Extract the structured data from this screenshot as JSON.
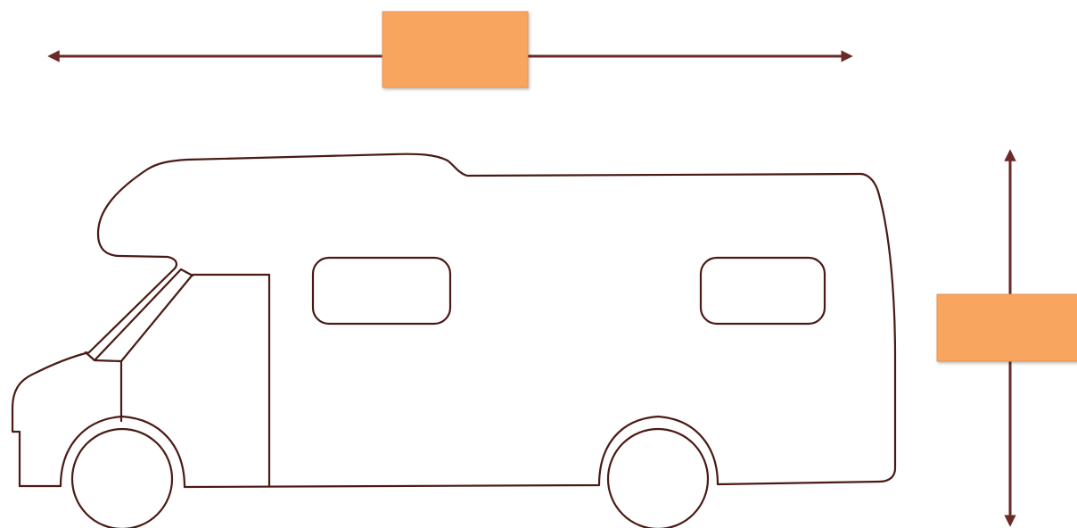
{
  "colors": {
    "outline": "#4a1a14",
    "arrow": "#6b2a25",
    "box_fill": "#f7a55e",
    "box_border": "#e8935a",
    "background": "#ffffff"
  },
  "figure": {
    "subject": "motorhome-outline",
    "horizontal_dimension": {
      "arrowheads": "both-ends",
      "label_box_text": ""
    },
    "vertical_dimension": {
      "arrowheads": "both-ends",
      "label_box_text": ""
    }
  }
}
